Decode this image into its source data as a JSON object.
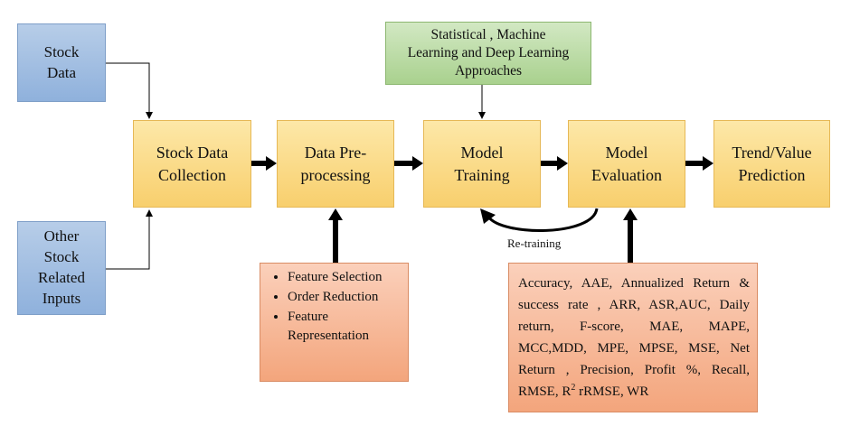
{
  "inputs": {
    "stock_data": "Stock\nData",
    "other_inputs": "Other\nStock\nRelated\nInputs"
  },
  "pipeline": {
    "collection": "Stock Data\nCollection",
    "preprocessing": "Data Pre-\nprocessing",
    "training": "Model\nTraining",
    "evaluation": "Model\nEvaluation",
    "prediction": "Trend/Value\nPrediction"
  },
  "approaches": "Statistical , Machine\nLearning and Deep Learning\nApproaches",
  "retraining_label": "Re-training",
  "preprocessing_steps": [
    "Feature Selection",
    "Order Reduction",
    "Feature\nRepresentation"
  ],
  "metrics": {
    "text_before_sup": "Accuracy, AAE, Annualized Return & success rate , ARR, ASR,AUC, Daily return, F-score, MAE, MAPE, MCC,MDD, MPE, MPSE, MSE, Net Return , Precision, Profit %, Recall, RMSE, R",
    "sup": "2",
    "text_after_sup": " rRMSE, WR"
  },
  "colors": {
    "input_box": "#9dbbe0",
    "process_box": "#fbd981",
    "approach_box": "#b9dca1",
    "detail_box": "#f6b593",
    "arrow": "#000000"
  }
}
